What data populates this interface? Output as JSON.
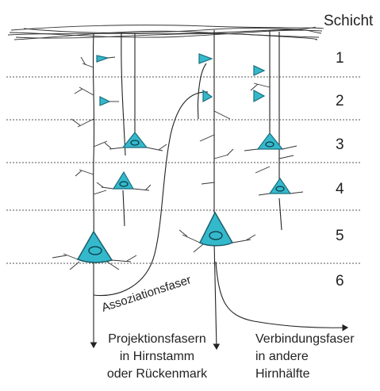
{
  "layers": {
    "title": "Schicht",
    "labels": [
      "1",
      "2",
      "3",
      "4",
      "5",
      "6"
    ]
  },
  "fibers": {
    "association": "Assoziationsfaser",
    "projection": [
      "Projektionsfasern",
      "in Hirnstamm",
      "oder Rückenmark"
    ],
    "commissural": [
      "Verbindungsfaser",
      "in andere",
      "Hirnhälfte"
    ]
  },
  "colors": {
    "soma": "#34b9cc",
    "soma_outline": "#1a6e7c",
    "lines": "#222222"
  }
}
